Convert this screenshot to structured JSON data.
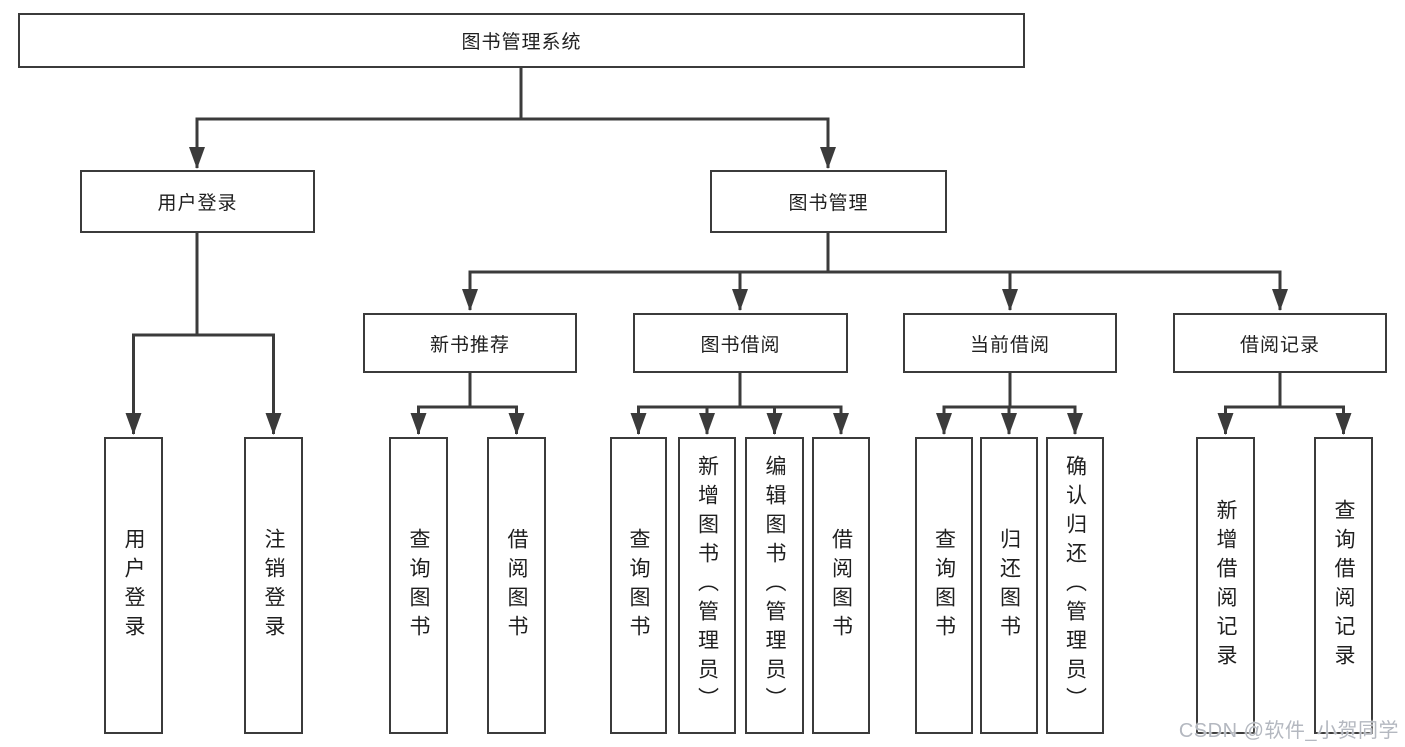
{
  "nodes": {
    "root": "图书管理系统",
    "user_login": "用户登录",
    "book_mgmt": "图书管理",
    "leaf_user_login": "用户登录",
    "leaf_logout": "注销登录",
    "new_book_rec": "新书推荐",
    "nbr_query_book": "查询图书",
    "nbr_borrow_book": "借阅图书",
    "book_borrow": "图书借阅",
    "bb_query_book": "查询图书",
    "bb_add_book": "新增图书（管理员）",
    "bb_edit_book": "编辑图书（管理员）",
    "bb_borrow_book": "借阅图书",
    "current_borrow": "当前借阅",
    "cb_query_book": "查询图书",
    "cb_return_book": "归还图书",
    "cb_confirm_return": "确认归还（管理员）",
    "borrow_record": "借阅记录",
    "br_add_record": "新增借阅记录",
    "br_query_record": "查询借阅记录"
  },
  "watermark": "CSDN @软件_小贺同学",
  "colors": {
    "line": "#3b3b3b",
    "border": "#3b3b3b",
    "text": "#1f1f1f",
    "watermark": "#b4b8c0",
    "background": "#ffffff"
  }
}
